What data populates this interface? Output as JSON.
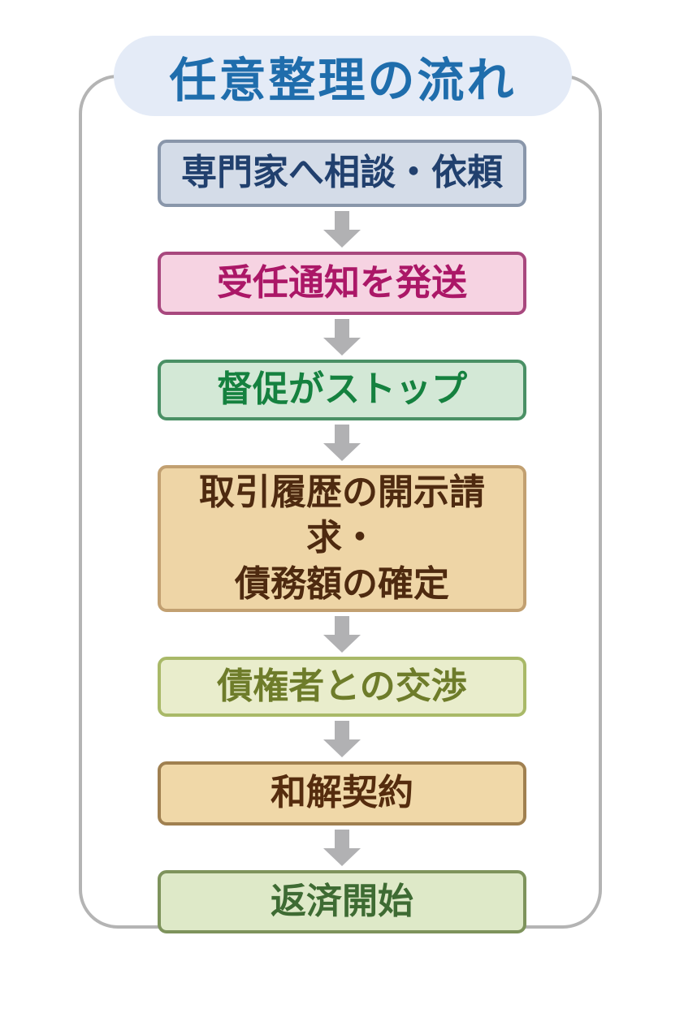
{
  "page": {
    "background_color": "#ffffff"
  },
  "title": {
    "text": "任意整理の流れ",
    "text_color": "#1f6dac",
    "bg_color": "#e4ebf7"
  },
  "flow": {
    "card_border_color": "#b4b4b4",
    "card_bg_color": "#ffffff",
    "arrow_color": "#b1b1b3",
    "arrow_icon": "arrow-down",
    "steps": [
      {
        "label": "専門家へ相談・依頼",
        "text_color": "#21406e",
        "bg_color": "#d4dce8",
        "border_color": "#8996aa"
      },
      {
        "label": "受任通知を発送",
        "text_color": "#ab1767",
        "bg_color": "#f6d3e2",
        "border_color": "#a8487e"
      },
      {
        "label": "督促がストップ",
        "text_color": "#15813f",
        "bg_color": "#d3e8d6",
        "border_color": "#4a9065"
      },
      {
        "label": "取引履歴の開示請求・\n債務額の確定",
        "text_color": "#4e2a10",
        "bg_color": "#eed5a6",
        "border_color": "#c2a071"
      },
      {
        "label": "債権者との交渉",
        "text_color": "#6e7c2a",
        "bg_color": "#e9edcc",
        "border_color": "#a9b968"
      },
      {
        "label": "和解契約",
        "text_color": "#552c0e",
        "bg_color": "#f0d8a8",
        "border_color": "#a08050"
      },
      {
        "label": "返済開始",
        "text_color": "#3e6b33",
        "bg_color": "#dee9c8",
        "border_color": "#7e935c"
      }
    ]
  }
}
